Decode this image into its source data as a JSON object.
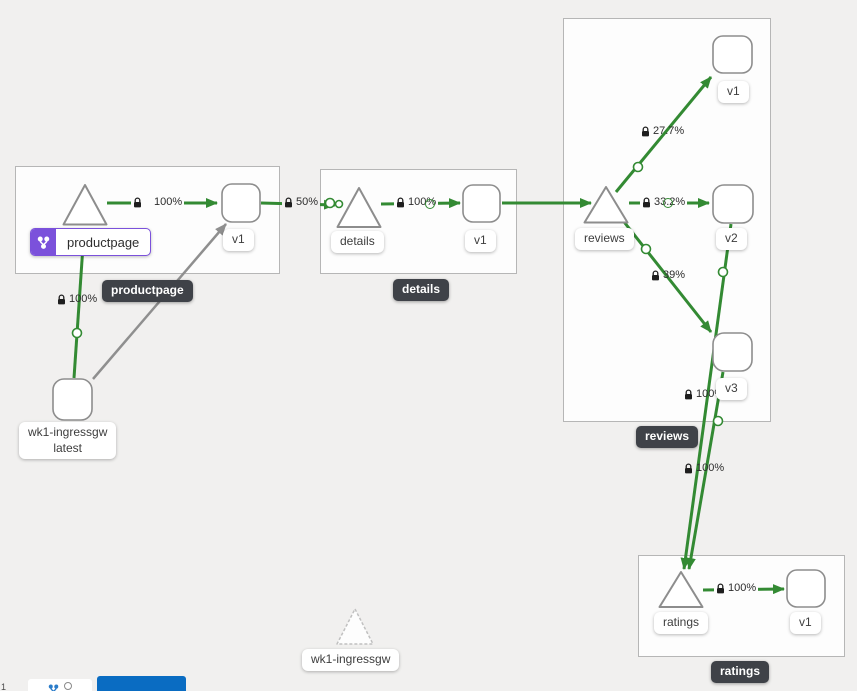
{
  "graph": {
    "groups": {
      "productpage": "productpage",
      "details": "details",
      "reviews": "reviews",
      "ratings": "ratings"
    },
    "nodes": {
      "productpage_service": "productpage",
      "productpage_v1": "v1",
      "ingress_workload": "wk1-ingressgw\nlatest",
      "details_service": "details",
      "details_v1": "v1",
      "reviews_service": "reviews",
      "reviews_v1": "v1",
      "reviews_v2": "v2",
      "reviews_v3": "v3",
      "ratings_service": "ratings",
      "ratings_v1": "v1",
      "idle_workload": "wk1-ingressgw"
    },
    "edge_labels": {
      "ingress_to_productpage": "100%",
      "productpage_to_v1": "100%",
      "productpage_v1_to_details": "50%",
      "details_to_v1": "100%",
      "reviews_to_v1": "27.7%",
      "reviews_to_v2": "33.2%",
      "reviews_to_v3": "39%",
      "reviews_v2_to_ratings": "100%",
      "reviews_v3_to_ratings": "100%",
      "ratings_to_v1": "100%"
    }
  },
  "icons": {
    "mtls_lock": "padlock",
    "virtual_service": "code-branch",
    "edge_point": "hollow-circle"
  },
  "bottom_bar": {
    "left_text": "1"
  },
  "colors": {
    "edge_green": "#338a33",
    "edge_gray": "#8f8f8f",
    "vs_badge_purple": "#7b51db",
    "dark_badge_bg": "#3f4248",
    "primary_button_blue": "#0a6cc2",
    "canvas_bg": "#f1f0ef",
    "group_box_bg": "#fdfdfd"
  }
}
